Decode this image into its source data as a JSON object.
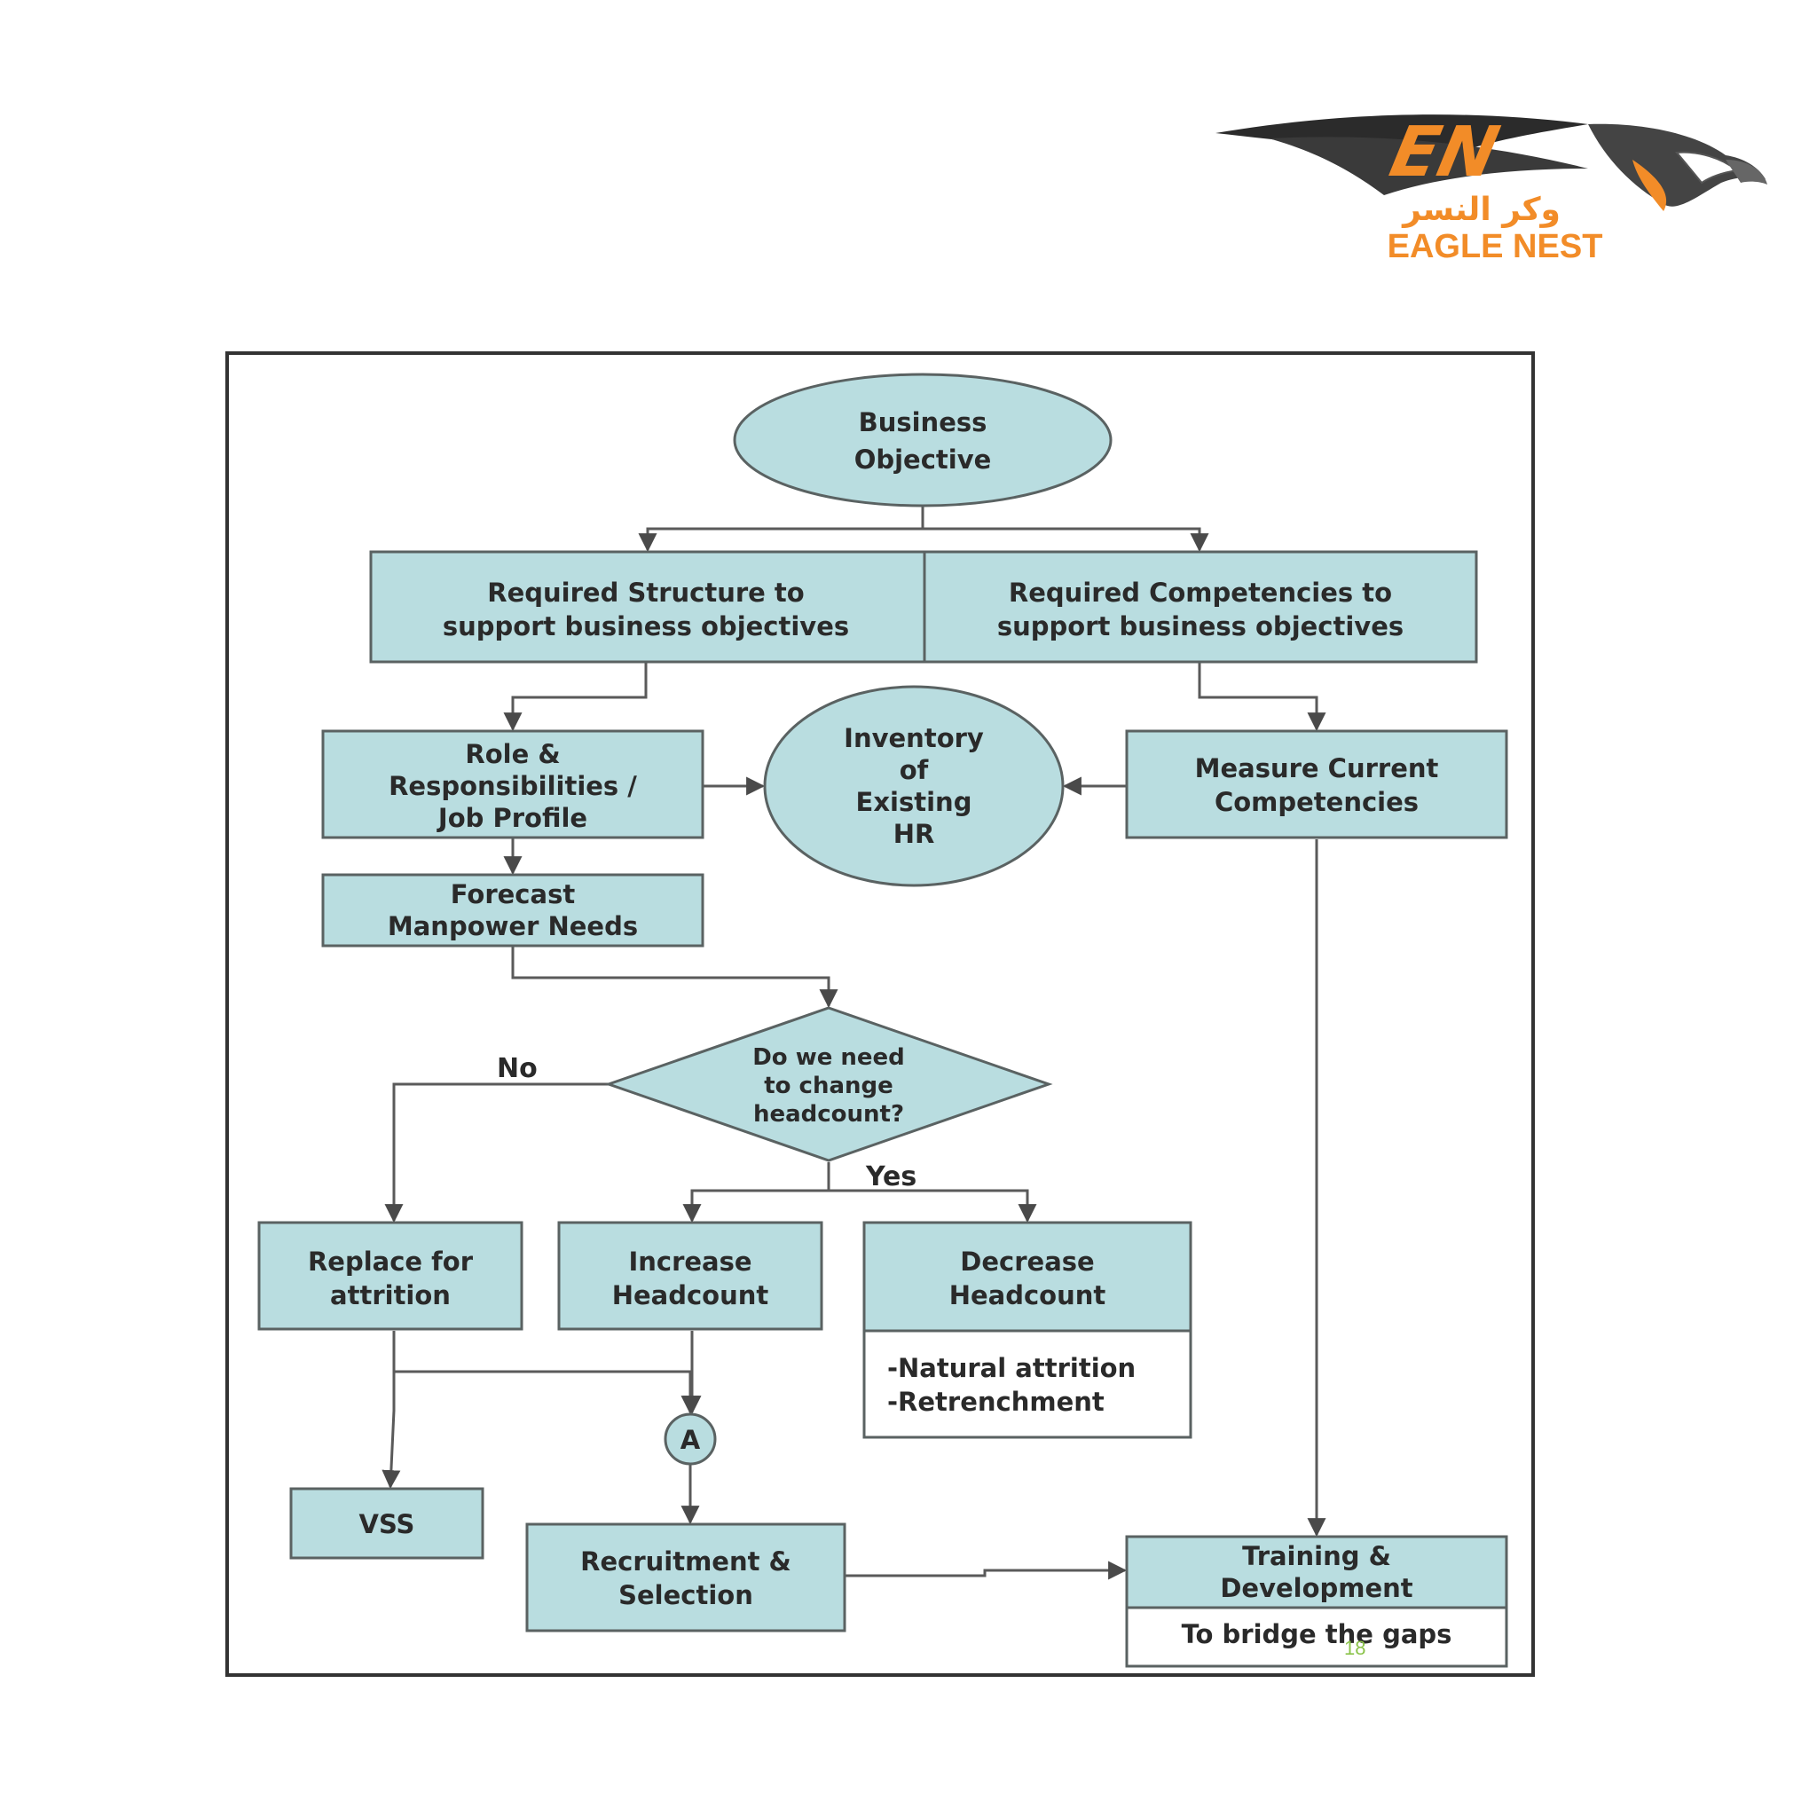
{
  "logo": {
    "arabic_text": "وكر النسر",
    "latin_text": "EAGLE NEST",
    "monogram": "EN",
    "brand_color": "#f28c28",
    "icon": "eagle-icon"
  },
  "colors": {
    "node_fill": "#b9dde0",
    "node_stroke": "#5a6262",
    "edge": "#5a5a5a",
    "page_number": "#8bc34a"
  },
  "diagram": {
    "nodes": {
      "business_objective": [
        "Business",
        "Objective"
      ],
      "required_structure": [
        "Required Structure to",
        "support business objectives"
      ],
      "required_competencies": [
        "Required Competencies to",
        "support business objectives"
      ],
      "role_responsibilities": [
        "Role &",
        "Responsibilities /",
        "Job Profile"
      ],
      "inventory_hr": [
        "Inventory",
        "of",
        "Existing",
        "HR"
      ],
      "measure_competencies": [
        "Measure Current",
        "Competencies"
      ],
      "forecast_manpower": [
        "Forecast",
        "Manpower Needs"
      ],
      "decision_headcount": [
        "Do we need",
        "to change",
        "headcount?"
      ],
      "replace_attrition": [
        "Replace for",
        "attrition"
      ],
      "increase_headcount": [
        "Increase",
        "Headcount"
      ],
      "decrease_headcount": [
        "Decrease",
        "Headcount"
      ],
      "decrease_notes": [
        "-Natural attrition",
        "-Retrenchment"
      ],
      "connector_a": [
        "A"
      ],
      "vss": [
        "VSS"
      ],
      "recruitment_selection": [
        "Recruitment &",
        "Selection"
      ],
      "training_development": [
        "Training &",
        "Development"
      ],
      "training_note": [
        "To bridge the gaps"
      ]
    },
    "edge_labels": {
      "no": "No",
      "yes": "Yes"
    }
  },
  "page_number": "18"
}
